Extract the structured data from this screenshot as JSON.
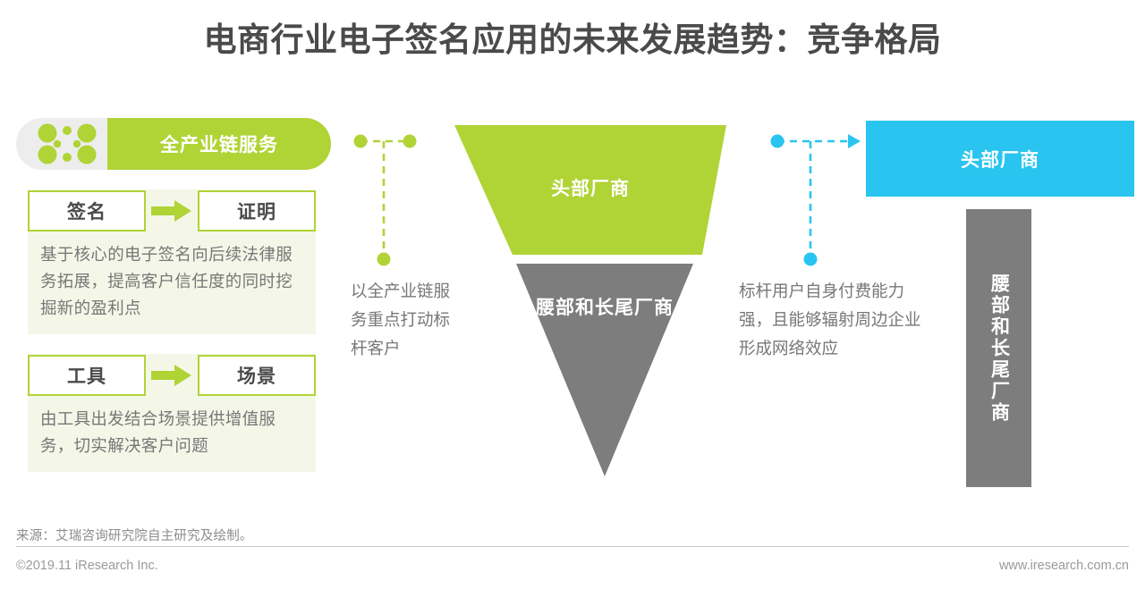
{
  "slide": {
    "title": "电商行业电子签名应用的未来发展趋势：竞争格局"
  },
  "colors": {
    "green": "#b0d336",
    "blue": "#29c5f0",
    "grey": "#7d7d7d",
    "card_bg": "#f4f7e8",
    "badge_bg": "#ededed",
    "title_text": "#4a4a4a",
    "body_text": "#777777"
  },
  "left_panel": {
    "badge_label": "全产业链服务",
    "icon": "four-dot-cluster-icon",
    "cards": [
      {
        "from_label": "签名",
        "arrow": "arrow-right-icon",
        "to_label": "证明",
        "description": "基于核心的电子签名向后续法律服务拓展，提高客户信任度的同时挖掘新的盈利点"
      },
      {
        "from_label": "工具",
        "arrow": "arrow-right-icon",
        "to_label": "场景",
        "description": "由工具出发结合场景提供增值服务，切实解决客户问题"
      }
    ]
  },
  "middle": {
    "connector": "green-dashed-connector",
    "caption": "以全产业链服务重点打动标杆客户"
  },
  "funnel": {
    "top_label": "头部厂商",
    "bottom_label": "腰部和长尾厂商",
    "top_color": "#b0d336",
    "bottom_color": "#7d7d7d"
  },
  "right": {
    "connector": "blue-dashed-arrow-connector",
    "caption": "标杆用户自身付费能力强，且能够辐射周边企业形成网络效应",
    "blue_box_label": "头部厂商",
    "grey_bar_label": "腰部和长尾厂商"
  },
  "footer": {
    "source": "来源：艾瑞咨询研究院自主研究及绘制。",
    "copyright": "©2019.11 iResearch Inc.",
    "website": "www.iresearch.com.cn"
  },
  "chart_data": {
    "type": "diagram",
    "title": "电商行业电子签名应用的未来发展趋势：竞争格局",
    "subtype": "funnel-comparison",
    "current_state": {
      "shape": "inverted-funnel",
      "segments": [
        {
          "name": "头部厂商",
          "color": "#b0d336",
          "share_hint": "wide-top"
        },
        {
          "name": "腰部和长尾厂商",
          "color": "#7d7d7d",
          "share_hint": "narrowing-tail"
        }
      ]
    },
    "future_state": {
      "shape": "rectangles",
      "segments": [
        {
          "name": "头部厂商",
          "color": "#29c5f0",
          "share_hint": "wide-block"
        },
        {
          "name": "腰部和长尾厂商",
          "color": "#7d7d7d",
          "share_hint": "narrow-tall-block"
        }
      ]
    },
    "annotations": [
      "以全产业链服务重点打动标杆客户",
      "标杆用户自身付费能力强，且能够辐射周边企业形成网络效应"
    ],
    "drivers": [
      {
        "from": "签名",
        "to": "证明",
        "note": "基于核心的电子签名向后续法律服务拓展，提高客户信任度的同时挖掘新的盈利点"
      },
      {
        "from": "工具",
        "to": "场景",
        "note": "由工具出发结合场景提供增值服务，切实解决客户问题"
      }
    ]
  }
}
